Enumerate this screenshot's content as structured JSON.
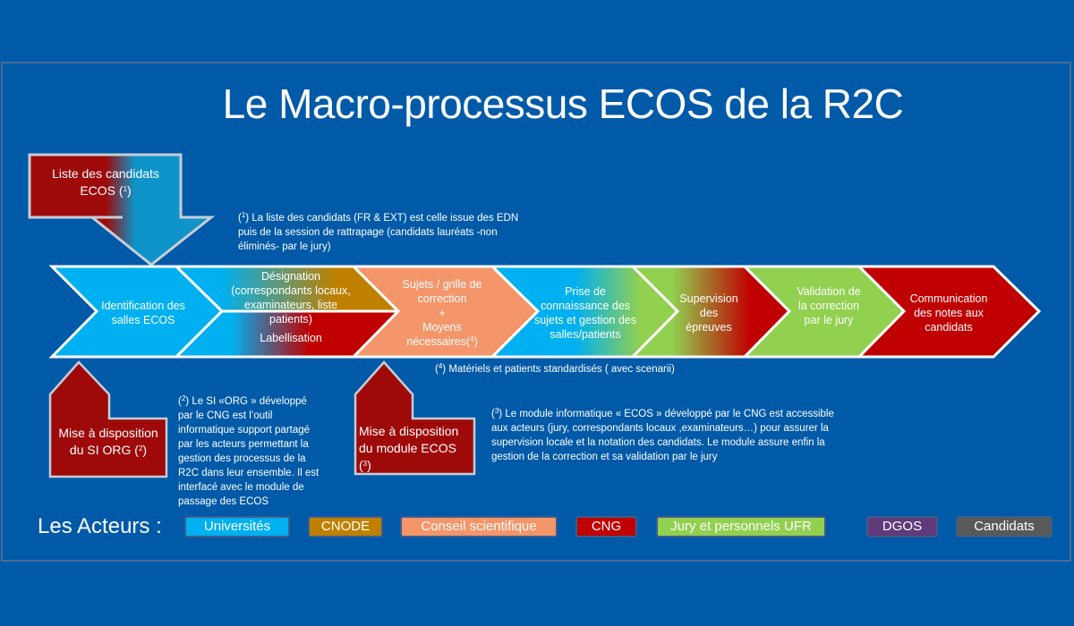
{
  "title": "Le Macro-processus ECOS de la R2C",
  "colors": {
    "background": "#005aa8",
    "universites": "#00b0f0",
    "cnode": "#bf8000",
    "conseil_scientifique": "#f4956a",
    "cng": "#c00000",
    "jury": "#92d050",
    "dgos": "#603a7a",
    "candidats": "#595959",
    "dark_red": "#9e0a0a"
  },
  "top_input": {
    "label": "Liste des candidats ECOS",
    "sup": "1"
  },
  "footnote_1": "La liste des candidats (FR & EXT) est celle issue des EDN puis de la session de rattrapage (candidats lauréats -non éliminés- par le jury)",
  "steps": [
    {
      "id": "identification",
      "label": "Identification des salles ECOS"
    },
    {
      "id": "designation",
      "label": "Désignation (correspondants locaux, examinateurs, liste patients)"
    },
    {
      "id": "labellisation",
      "label": "Labellisation"
    },
    {
      "id": "sujets",
      "label_1": "Sujets / grille de correction",
      "label_2": "+",
      "label_3": "Moyens nécessaires",
      "sup": "4"
    },
    {
      "id": "prise",
      "label": "Prise de connaissance des sujets et gestion des salles/patients"
    },
    {
      "id": "supervision",
      "label": "Supervision des épreuves"
    },
    {
      "id": "validation",
      "label": "Validation de la correction par le jury"
    },
    {
      "id": "communication",
      "label": "Communication des notes aux candidats"
    }
  ],
  "footnote_4": "Matériels et patients standardisés ( avec scenarii)",
  "bottom_inputs": [
    {
      "label": "Mise à disposition du SI ORG",
      "sup": "2"
    },
    {
      "label": "Mise à disposition du module ECOS",
      "sup": "3"
    }
  ],
  "footnote_2": "Le SI «ORG » développé par le CNG est l’outil informatique support partagé par les acteurs permettant la gestion des processus de la R2C dans leur ensemble. Il est interfacé avec le module de passage des ECOS",
  "footnote_3": "Le module informatique « ECOS » développé par le CNG est accessible aux acteurs (jury, correspondants locaux ,examinateurs…) pour assurer la supervision locale et la notation des candidats. Le module assure enfin la gestion de la correction et sa validation par le jury",
  "actors": {
    "label": "Les Acteurs :",
    "items": [
      {
        "label": "Universités",
        "color": "#00b0f0"
      },
      {
        "label": "CNODE",
        "color": "#bf8000"
      },
      {
        "label": "Conseil scientifique",
        "color": "#f4956a"
      },
      {
        "label": "CNG",
        "color": "#c00000"
      },
      {
        "label": "Jury et personnels UFR",
        "color": "#92d050"
      },
      {
        "label": "DGOS",
        "color": "#603a7a"
      },
      {
        "label": "Candidats",
        "color": "#595959"
      }
    ]
  }
}
